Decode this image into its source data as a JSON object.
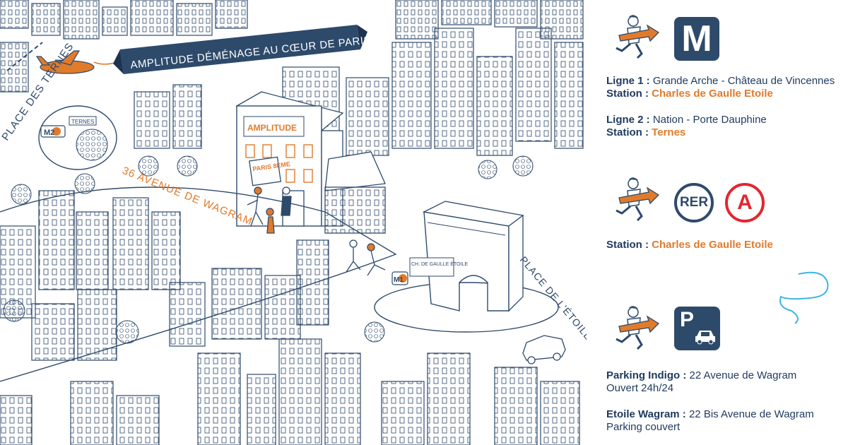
{
  "map": {
    "banner": "AMPLITUDE DÉMÉNAGE AU CŒUR DE PARIS",
    "street_wagram": "36 AVENUE DE WAGRAM",
    "place_ternes": "PLACE DES TERNES",
    "place_etoile": "PLACE DE L'ÉTOILE",
    "sign_ternes_line": "M2",
    "sign_ternes_name": "TERNES",
    "sign_etoile_line": "M1",
    "sign_etoile_name": "CH. DE GAULLE ÉTOILE",
    "office_sign": "AMPLITUDE",
    "placard": "PARIS 8ÈME"
  },
  "metro": {
    "icon_letter": "M",
    "line1_label": "Ligne 1 :",
    "line1_route": " Grande Arche - Château de Vincennes",
    "station1_label": "Station :",
    "station1_name": "Charles de Gaulle Etoile",
    "line2_label": "Ligne 2 :",
    "line2_route": " Nation - Porte Dauphine",
    "station2_label": "Station :",
    "station2_name": "Ternes"
  },
  "rer": {
    "badge_text": "RER",
    "line_letter": "A",
    "station_label": "Station :",
    "station_name": "Charles de Gaulle Etoile"
  },
  "parking": {
    "icon_letter": "P",
    "p1_label": "Parking Indigo :",
    "p1_address": " 22 Avenue de Wagram",
    "p1_hours": "Ouvert 24h/24",
    "p2_label": "Etoile Wagram :",
    "p2_address": " 22 Bis Avenue de Wagram",
    "p2_note": "Parking couvert"
  },
  "colors": {
    "navy": "#2e4a6b",
    "orange": "#e07b2c",
    "rer_red": "#e3262f",
    "accent_cyan": "#3cb4e6"
  }
}
